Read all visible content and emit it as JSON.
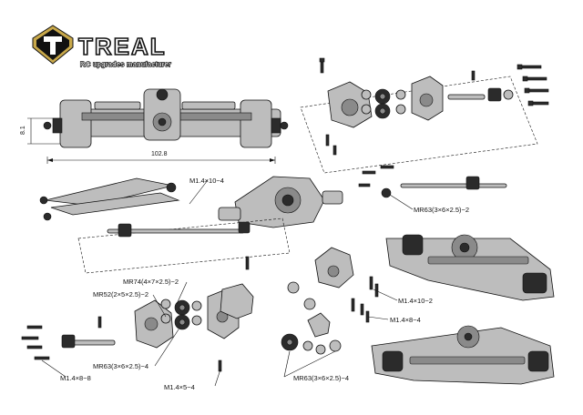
{
  "brand": {
    "logo_letter": "T",
    "name": "TREAL",
    "tagline": "RC upgrades manufacturer"
  },
  "dimensions": {
    "height": "8.1",
    "length": "102.8"
  },
  "callouts": {
    "screw_1_4x10_4": "M1.4×10−4",
    "bearing_mr63_upper": "MR63(3×6×2.5)−2",
    "bearing_mr74": "MR74(4×7×2.5)−2",
    "bearing_mr52": "MR52(2×5×2.5)−2",
    "screw_1_4x10_2": "M1.4×10−2",
    "screw_1_4x8_4": "M1.4×8−4",
    "bearing_mr63_left": "MR63(3×6×2.5)−4",
    "screw_1_4x8_8": "M1.4×8−8",
    "screw_1_4x5_4": "M1.4×5−4",
    "bearing_mr63_bottom": "MR63(3×6×2.5)−4"
  },
  "colors": {
    "ink": "#111111",
    "metal": "#bdbdbd",
    "dark_metal": "#2b2b2b",
    "logo_gold": "#c8a84a"
  },
  "icons": {
    "logo": "shield-t-logo",
    "screw": "screw-icon",
    "bearing": "bearing-icon",
    "gear": "gear-icon"
  }
}
